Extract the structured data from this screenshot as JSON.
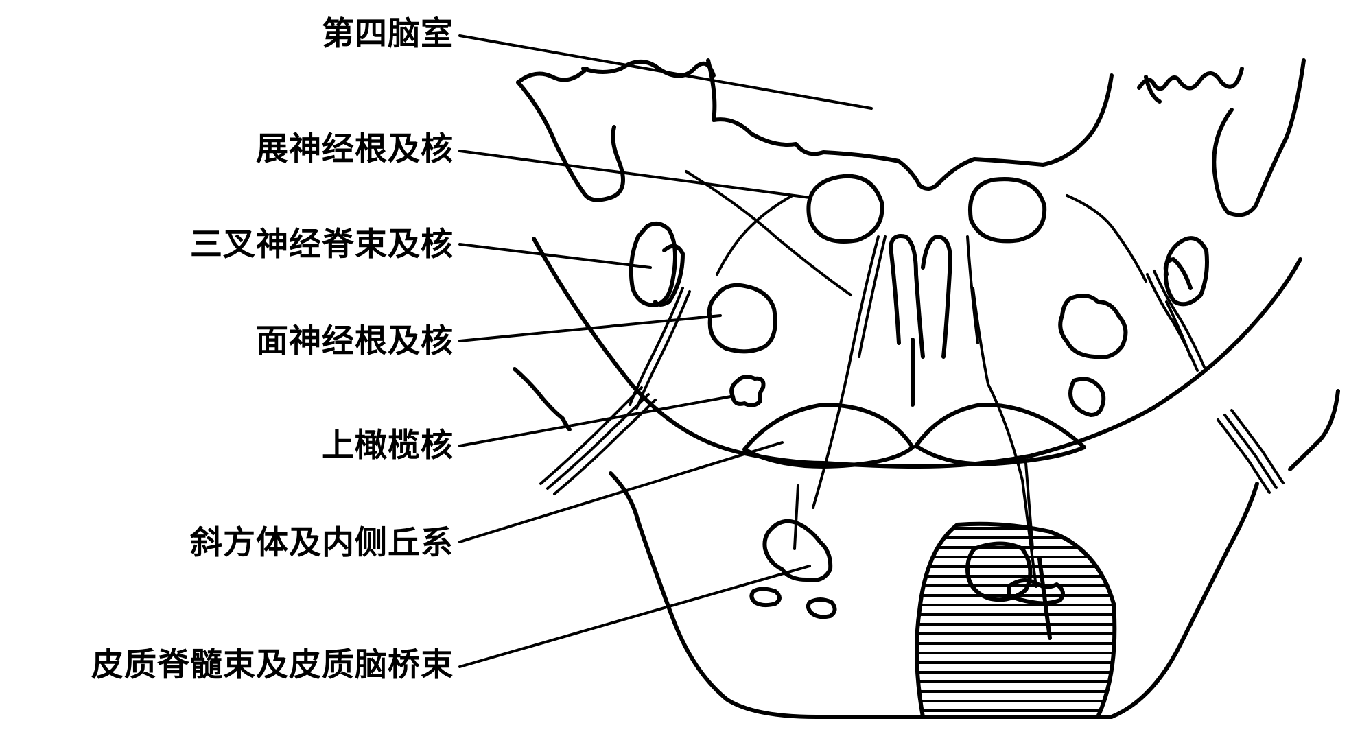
{
  "labels": [
    {
      "id": "fourth-ventricle",
      "text": "第四脑室"
    },
    {
      "id": "abducens",
      "text": "展神经根及核"
    },
    {
      "id": "trigeminal-spinal",
      "text": "三叉神经脊束及核"
    },
    {
      "id": "facial",
      "text": "面神经根及核"
    },
    {
      "id": "superior-olive",
      "text": "上橄榄核"
    },
    {
      "id": "trapezoid",
      "text": "斜方体及内侧丘系"
    },
    {
      "id": "corticospinal",
      "text": "皮质脊髓束及皮质脑桥束"
    }
  ]
}
